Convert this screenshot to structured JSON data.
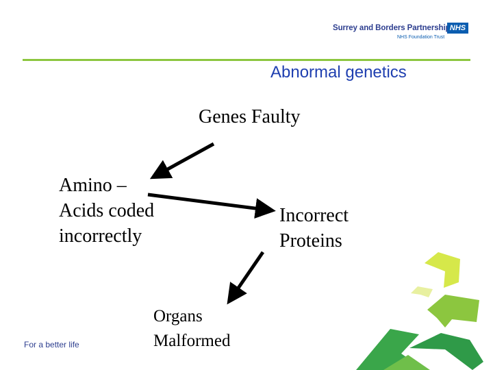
{
  "header": {
    "org_name": "Surrey and Borders Partnership",
    "nhs_mark": "NHS",
    "org_subtitle": "NHS Foundation Trust"
  },
  "slide": {
    "title": "Abnormal genetics"
  },
  "diagram": {
    "nodes": {
      "genes": "Genes Faulty",
      "amino_line1": "Amino –",
      "amino_line2": "Acids coded",
      "amino_line3": "incorrectly",
      "incorrect_line1": "Incorrect",
      "incorrect_line2": "Proteins",
      "organs_line1": "Organs",
      "organs_line2": "Malformed"
    },
    "edges": [
      {
        "from": "genes",
        "to": "amino"
      },
      {
        "from": "amino",
        "to": "incorrect"
      },
      {
        "from": "incorrect",
        "to": "organs"
      }
    ]
  },
  "footer": {
    "slogan": "For a better life"
  },
  "colors": {
    "accent_green": "#8cc63f",
    "title_blue": "#1f3fb0",
    "nhs_blue": "#0b5db0"
  }
}
